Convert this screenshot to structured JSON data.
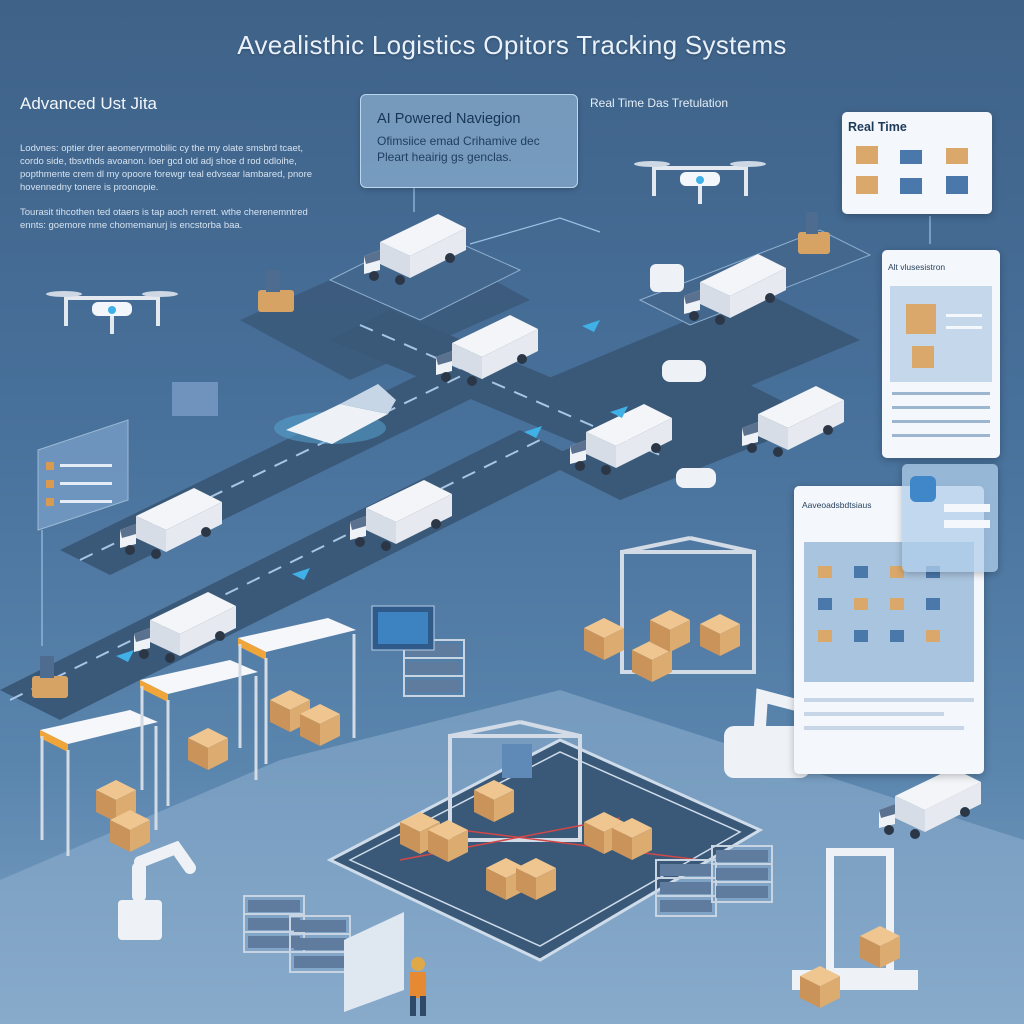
{
  "title": "Avealisthic Logistics Opitors Tracking Systems",
  "left_column": {
    "heading": "Advanced Ust Jita",
    "paragraph1": "Lodvnes: optier drer aeomeryrmobilic cy the my olate smsbrd tcaet, cordo side, tbsvthds avoanon. loer gcd old adj shoe d rod odloihe, popthmente crem dl my opoore forewgr teal edvsear lambared, pnore hovennedny tonere is proonopie.",
    "paragraph2": "Tourasit tihcothen ted otaers is tap aoch rerrett. wthe cherenemntred ennts: goemore nme chomemanurj is encstorba baa."
  },
  "nav_card": {
    "title": "AI Powered Naviegion",
    "subtitle": "Ofimsiice emad Crihamive dec Pleart heairig gs genclas."
  },
  "realtime_data_label": "Real Time Das Tretulation",
  "realtime_panel": {
    "label": "Real Time"
  },
  "ai_panel": {
    "label": "Alt vlusesistron"
  },
  "advanced_panel": {
    "label": "Aaveoadsbdtsiaus"
  },
  "colors": {
    "background": "#47709a",
    "road": "#3a5878",
    "accent": "#3fb1e6",
    "box": "#d8a86a"
  },
  "icons": [
    "drone-icon",
    "truck-icon",
    "robot-arm-icon",
    "box-icon",
    "shelf-icon",
    "worker-icon",
    "van-icon"
  ]
}
